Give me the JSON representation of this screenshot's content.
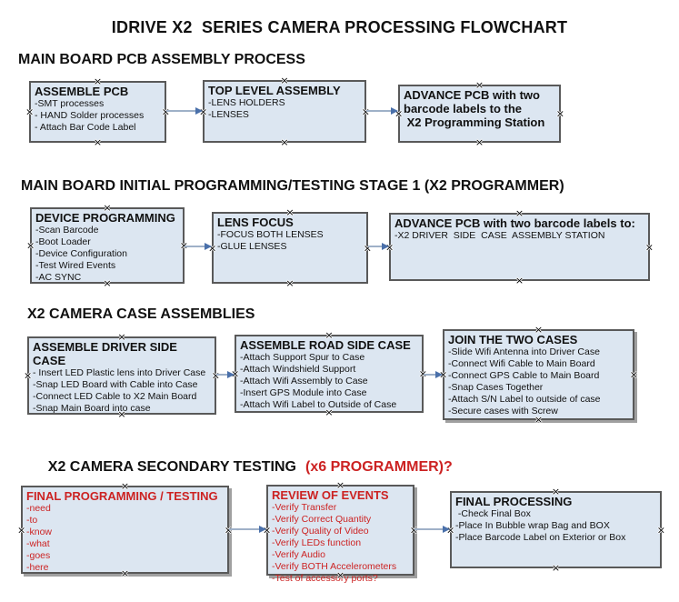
{
  "title": "IDRIVE X2  SERIES CAMERA PROCESSING FLOWCHART",
  "icons": {
    "connector_anchor": "×"
  },
  "colors": {
    "box_fill": "#dce6f1",
    "box_border": "#595959",
    "red_text": "#cc2222",
    "arrow_shaft": "#9fb1c8",
    "arrow_head": "#4a70aa"
  },
  "sections": [
    {
      "heading": "MAIN BOARD PCB ASSEMBLY PROCESS",
      "boxes": [
        {
          "title": "ASSEMBLE PCB",
          "lines": [
            "-SMT processes",
            "- HAND Solder processes",
            "- Attach Bar Code Label"
          ]
        },
        {
          "title": "TOP LEVEL ASSEMBLY",
          "lines": [
            "-LENS HOLDERS",
            "-LENSES"
          ]
        },
        {
          "title": "ADVANCE PCB with two\nbarcode labels to the\n X2 Programming Station",
          "lines": []
        }
      ]
    },
    {
      "heading": "MAIN BOARD INITIAL PROGRAMMING/TESTING STAGE 1 (X2 PROGRAMMER)",
      "boxes": [
        {
          "title": "DEVICE PROGRAMMING",
          "lines": [
            "-Scan Barcode",
            "-Boot Loader",
            "-Device Configuration",
            "-Test Wired Events",
            "-AC SYNC"
          ]
        },
        {
          "title": "LENS FOCUS",
          "lines": [
            "-FOCUS BOTH LENSES",
            "-GLUE LENSES"
          ]
        },
        {
          "title": "ADVANCE PCB with two barcode labels to:",
          "lines": [
            "-X2 DRIVER  SIDE  CASE  ASSEMBLY STATION"
          ]
        }
      ]
    },
    {
      "heading": "X2 CAMERA CASE ASSEMBLIES",
      "boxes": [
        {
          "title": "ASSEMBLE DRIVER SIDE CASE",
          "lines": [
            "- Insert LED Plastic lens into Driver Case",
            "-Snap LED Board with Cable into Case",
            "-Connect LED Cable to X2 Main Board",
            "-Snap Main Board into case"
          ]
        },
        {
          "title": "ASSEMBLE ROAD SIDE CASE",
          "lines": [
            "-Attach Support Spur to Case",
            "-Attach Windshield Support",
            "-Attach Wifi Assembly to Case",
            "-Insert GPS Module into Case",
            "-Attach Wifi Label to Outside of Case"
          ]
        },
        {
          "title": "JOIN THE TWO CASES",
          "lines": [
            "-Slide Wifi Antenna into Driver Case",
            "-Connect Wifi Cable to Main Board",
            "-Connect GPS Cable to Main Board",
            "-Snap Cases Together",
            "-Attach S/N Label to outside of case",
            "-Secure cases with Screw"
          ]
        }
      ]
    },
    {
      "heading": "X2 CAMERA SECONDARY TESTING",
      "heading_red": "(x6 PROGRAMMER)?",
      "boxes": [
        {
          "title": "FINAL PROGRAMMING / TESTING",
          "lines": [
            "-need",
            "-to",
            "-know",
            "-what",
            "-goes",
            "-here"
          ]
        },
        {
          "title": "REVIEW OF EVENTS",
          "lines": [
            "-Verify Transfer",
            "-Verify Correct Quantity",
            "-Verify Quality of Video",
            "-Verify LEDs function",
            "-Verify Audio",
            "-Verify BOTH Accelerometers",
            "-Test of accessory ports?"
          ]
        },
        {
          "title": "FINAL PROCESSING",
          "lines": [
            " -Check Final Box",
            "-Place In Bubble wrap Bag and BOX",
            "-Place Barcode Label on Exterior or Box"
          ]
        }
      ]
    }
  ]
}
